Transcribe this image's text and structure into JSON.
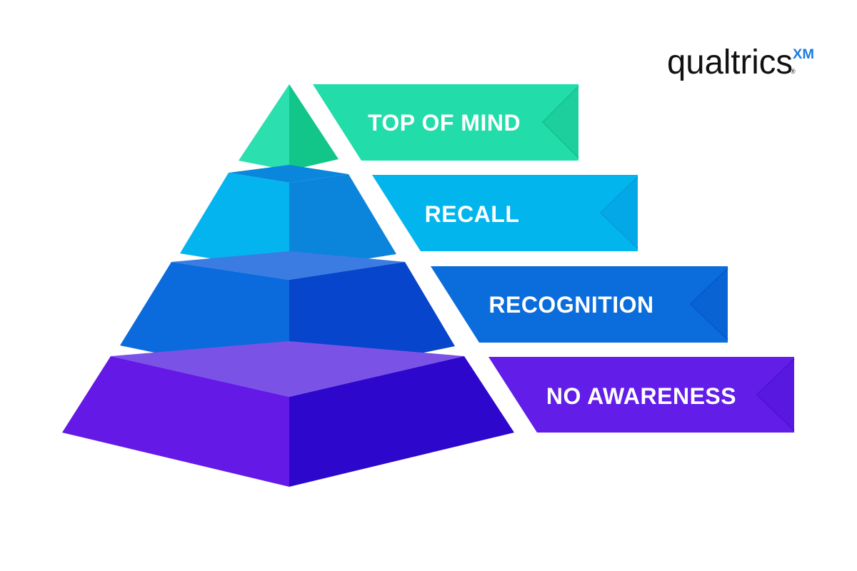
{
  "logo": {
    "wordmark": "qualtrics",
    "superscript": "XM",
    "registered": "®"
  },
  "levels": [
    {
      "label": "TOP OF MIND",
      "color": "#22dca9"
    },
    {
      "label": "RECALL",
      "color": "#02b5ec"
    },
    {
      "label": "RECOGNITION",
      "color": "#0b6ddb"
    },
    {
      "label": "NO AWARENESS",
      "color": "#621de8"
    }
  ]
}
